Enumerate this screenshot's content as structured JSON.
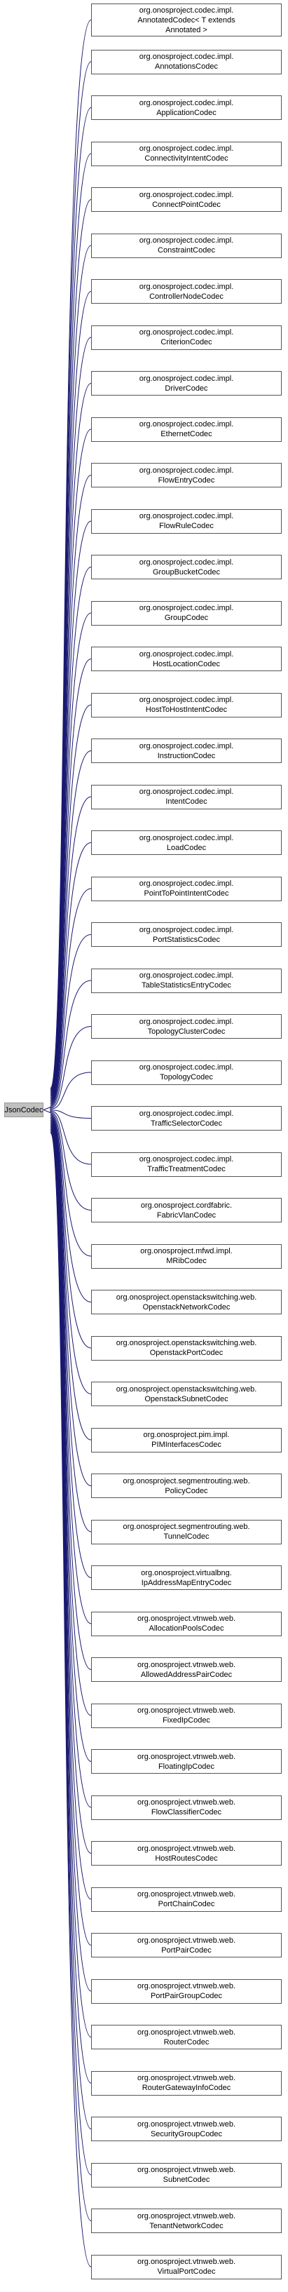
{
  "base": {
    "label": "JsonCodec"
  },
  "nodes": [
    {
      "lines": [
        "org.onosproject.codec.impl.",
        "AnnotatedCodec< T extends",
        "Annotated >"
      ]
    },
    {
      "lines": [
        "org.onosproject.codec.impl.",
        "AnnotationsCodec"
      ]
    },
    {
      "lines": [
        "org.onosproject.codec.impl.",
        "ApplicationCodec"
      ]
    },
    {
      "lines": [
        "org.onosproject.codec.impl.",
        "ConnectivityIntentCodec"
      ]
    },
    {
      "lines": [
        "org.onosproject.codec.impl.",
        "ConnectPointCodec"
      ]
    },
    {
      "lines": [
        "org.onosproject.codec.impl.",
        "ConstraintCodec"
      ]
    },
    {
      "lines": [
        "org.onosproject.codec.impl.",
        "ControllerNodeCodec"
      ]
    },
    {
      "lines": [
        "org.onosproject.codec.impl.",
        "CriterionCodec"
      ]
    },
    {
      "lines": [
        "org.onosproject.codec.impl.",
        "DriverCodec"
      ]
    },
    {
      "lines": [
        "org.onosproject.codec.impl.",
        "EthernetCodec"
      ]
    },
    {
      "lines": [
        "org.onosproject.codec.impl.",
        "FlowEntryCodec"
      ]
    },
    {
      "lines": [
        "org.onosproject.codec.impl.",
        "FlowRuleCodec"
      ]
    },
    {
      "lines": [
        "org.onosproject.codec.impl.",
        "GroupBucketCodec"
      ]
    },
    {
      "lines": [
        "org.onosproject.codec.impl.",
        "GroupCodec"
      ]
    },
    {
      "lines": [
        "org.onosproject.codec.impl.",
        "HostLocationCodec"
      ]
    },
    {
      "lines": [
        "org.onosproject.codec.impl.",
        "HostToHostIntentCodec"
      ]
    },
    {
      "lines": [
        "org.onosproject.codec.impl.",
        "InstructionCodec"
      ]
    },
    {
      "lines": [
        "org.onosproject.codec.impl.",
        "IntentCodec"
      ]
    },
    {
      "lines": [
        "org.onosproject.codec.impl.",
        "LoadCodec"
      ]
    },
    {
      "lines": [
        "org.onosproject.codec.impl.",
        "PointToPointIntentCodec"
      ]
    },
    {
      "lines": [
        "org.onosproject.codec.impl.",
        "PortStatisticsCodec"
      ]
    },
    {
      "lines": [
        "org.onosproject.codec.impl.",
        "TableStatisticsEntryCodec"
      ]
    },
    {
      "lines": [
        "org.onosproject.codec.impl.",
        "TopologyClusterCodec"
      ]
    },
    {
      "lines": [
        "org.onosproject.codec.impl.",
        "TopologyCodec"
      ]
    },
    {
      "lines": [
        "org.onosproject.codec.impl.",
        "TrafficSelectorCodec"
      ]
    },
    {
      "lines": [
        "org.onosproject.codec.impl.",
        "TrafficTreatmentCodec"
      ]
    },
    {
      "lines": [
        "org.onosproject.cordfabric.",
        "FabricVlanCodec"
      ]
    },
    {
      "lines": [
        "org.onosproject.mfwd.impl.",
        "MRibCodec"
      ]
    },
    {
      "lines": [
        "org.onosproject.openstackswitching.web.",
        "OpenstackNetworkCodec"
      ]
    },
    {
      "lines": [
        "org.onosproject.openstackswitching.web.",
        "OpenstackPortCodec"
      ]
    },
    {
      "lines": [
        "org.onosproject.openstackswitching.web.",
        "OpenstackSubnetCodec"
      ]
    },
    {
      "lines": [
        "org.onosproject.pim.impl.",
        "PIMInterfacesCodec"
      ]
    },
    {
      "lines": [
        "org.onosproject.segmentrouting.web.",
        "PolicyCodec"
      ]
    },
    {
      "lines": [
        "org.onosproject.segmentrouting.web.",
        "TunnelCodec"
      ]
    },
    {
      "lines": [
        "org.onosproject.virtualbng.",
        "IpAddressMapEntryCodec"
      ]
    },
    {
      "lines": [
        "org.onosproject.vtnweb.web.",
        "AllocationPoolsCodec"
      ]
    },
    {
      "lines": [
        "org.onosproject.vtnweb.web.",
        "AllowedAddressPairCodec"
      ]
    },
    {
      "lines": [
        "org.onosproject.vtnweb.web.",
        "FixedIpCodec"
      ]
    },
    {
      "lines": [
        "org.onosproject.vtnweb.web.",
        "FloatingIpCodec"
      ]
    },
    {
      "lines": [
        "org.onosproject.vtnweb.web.",
        "FlowClassifierCodec"
      ]
    },
    {
      "lines": [
        "org.onosproject.vtnweb.web.",
        "HostRoutesCodec"
      ]
    },
    {
      "lines": [
        "org.onosproject.vtnweb.web.",
        "PortChainCodec"
      ]
    },
    {
      "lines": [
        "org.onosproject.vtnweb.web.",
        "PortPairCodec"
      ]
    },
    {
      "lines": [
        "org.onosproject.vtnweb.web.",
        "PortPairGroupCodec"
      ]
    },
    {
      "lines": [
        "org.onosproject.vtnweb.web.",
        "RouterCodec"
      ]
    },
    {
      "lines": [
        "org.onosproject.vtnweb.web.",
        "RouterGatewayInfoCodec"
      ]
    },
    {
      "lines": [
        "org.onosproject.vtnweb.web.",
        "SecurityGroupCodec"
      ]
    },
    {
      "lines": [
        "org.onosproject.vtnweb.web.",
        "SubnetCodec"
      ]
    },
    {
      "lines": [
        "org.onosproject.vtnweb.web.",
        "TenantNetworkCodec"
      ]
    },
    {
      "lines": [
        "org.onosproject.vtnweb.web.",
        "VirtualPortCodec"
      ]
    }
  ]
}
